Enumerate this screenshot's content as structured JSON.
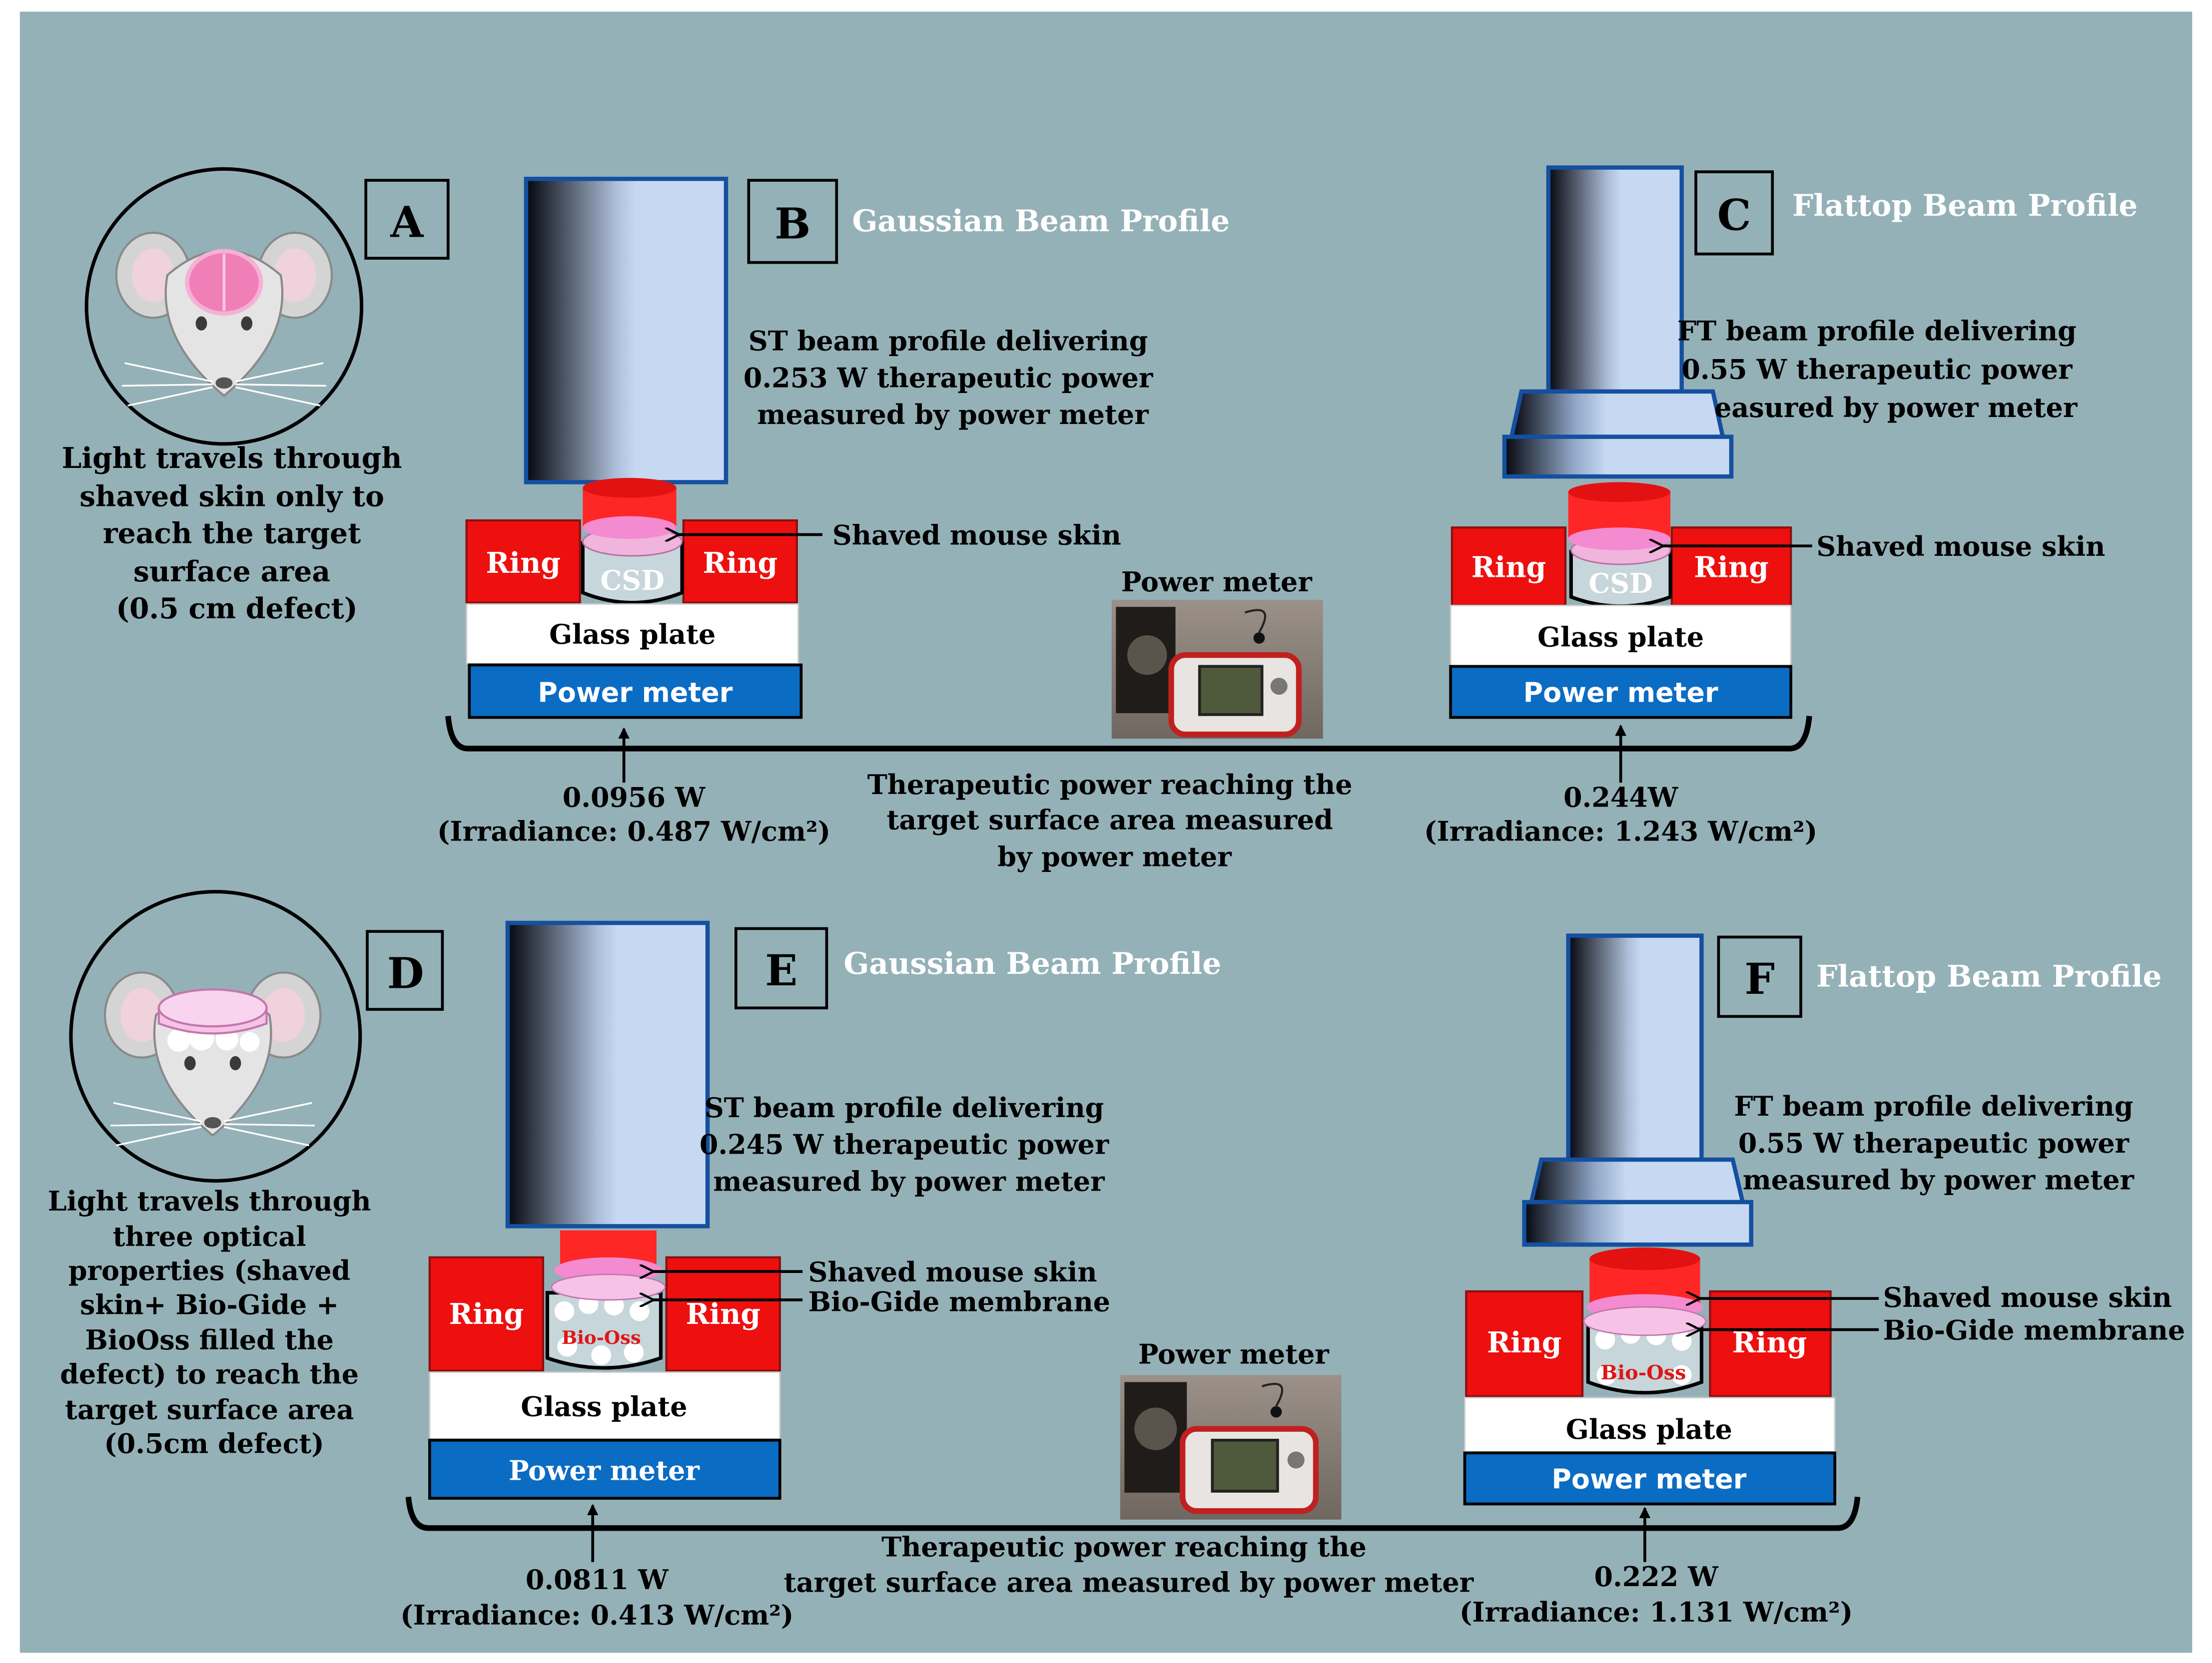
{
  "colors": {
    "background": "#95b1b8",
    "ring_red": "#ee0f0f",
    "power_meter_blue": "#0b6cc4",
    "glass_white": "#ffffff",
    "beam_red": "#ff2626",
    "skin_pink": "#f3b6e0",
    "beam_light": "#c7d9f2"
  },
  "icons": [
    "mouse-icon",
    "brain-icon",
    "power-meter-photo"
  ],
  "panels": {
    "A": {
      "letter": "A",
      "description": [
        "Light travels through",
        "shaved skin only to",
        "reach the target",
        "surface area",
        "(0.5 cm defect)"
      ]
    },
    "B": {
      "letter": "B",
      "title": "Gaussian Beam Profile",
      "text": [
        "ST beam profile delivering",
        "0.253 W therapeutic power",
        "measured by power meter"
      ]
    },
    "C": {
      "letter": "C",
      "title": "Flattop Beam Profile",
      "text": [
        "FT beam profile delivering",
        "0.55 W therapeutic power",
        "easured by power meter"
      ]
    },
    "D": {
      "letter": "D",
      "description": [
        "Light travels through",
        "three optical",
        "properties  (shaved",
        "skin+ Bio-Gide +",
        "BioOss filled the",
        "defect) to reach the",
        "target surface area",
        "(0.5cm defect)"
      ]
    },
    "E": {
      "letter": "E",
      "title": "Gaussian Beam Profile",
      "text": [
        "ST beam profile delivering",
        "0.245 W therapeutic power",
        "measured by power meter"
      ]
    },
    "F": {
      "letter": "F",
      "title": "Flattop Beam Profile",
      "text": [
        "FT beam profile delivering",
        "0.55 W therapeutic power",
        "measured by power meter"
      ]
    }
  },
  "labels": {
    "ring": "Ring",
    "csd": "CSD",
    "bio_oss": "Bio-Oss",
    "glass_plate": "Glass plate",
    "power_meter": "Power meter",
    "shaved_skin": "Shaved mouse skin",
    "bio_gide": "Bio-Gide membrane"
  },
  "top_row": {
    "photo_label": "Power meter",
    "center_text": [
      "Therapeutic power reaching the",
      "target surface area measured",
      "by power meter"
    ],
    "left_value": "0.0956 W",
    "left_irr": "(Irradiance: 0.487 W/cm²)",
    "right_value": "0.244W",
    "right_irr": "(Irradiance: 1.243 W/cm²)"
  },
  "bottom_row": {
    "photo_label": "Power meter",
    "center_text": [
      "Therapeutic power reaching the",
      "target surface area measured by power meter"
    ],
    "left_value": "0.0811 W",
    "left_irr": "(Irradiance: 0.413 W/cm²)",
    "right_value": "0.222 W",
    "right_irr": "(Irradiance: 1.131 W/cm²)"
  }
}
